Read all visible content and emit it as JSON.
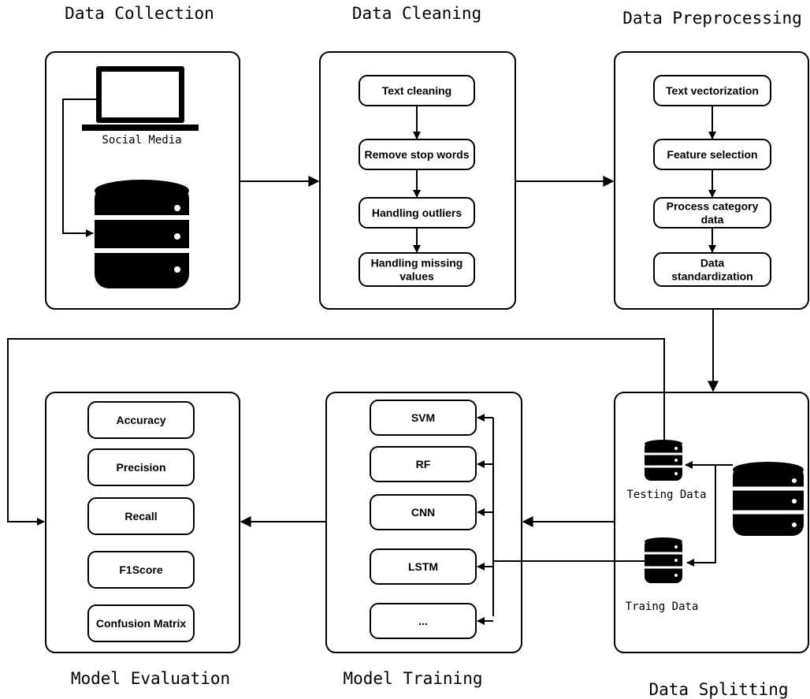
{
  "stages": {
    "collection": {
      "title": "Data Collection",
      "sublabel": "Social Media"
    },
    "cleaning": {
      "title": "Data Cleaning",
      "steps": [
        "Text cleaning",
        "Remove stop words",
        "Handling outliers",
        [
          "Handling missing",
          "values"
        ]
      ]
    },
    "preprocessing": {
      "title": "Data Preprocessing",
      "steps": [
        "Text vectorization",
        "Feature selection",
        [
          "Process category",
          "data"
        ],
        [
          "Data",
          "standardization"
        ]
      ]
    },
    "splitting": {
      "title": "Data Splitting",
      "testing_label": "Testing Data",
      "training_label": "Traing Data"
    },
    "training": {
      "title": "Model Training",
      "models": [
        "SVM",
        "RF",
        "CNN",
        "LSTM",
        "..."
      ]
    },
    "evaluation": {
      "title": "Model Evaluation",
      "metrics": [
        "Accuracy",
        "Precision",
        "Recall",
        "F1Score",
        "Confusion Matrix"
      ]
    }
  }
}
